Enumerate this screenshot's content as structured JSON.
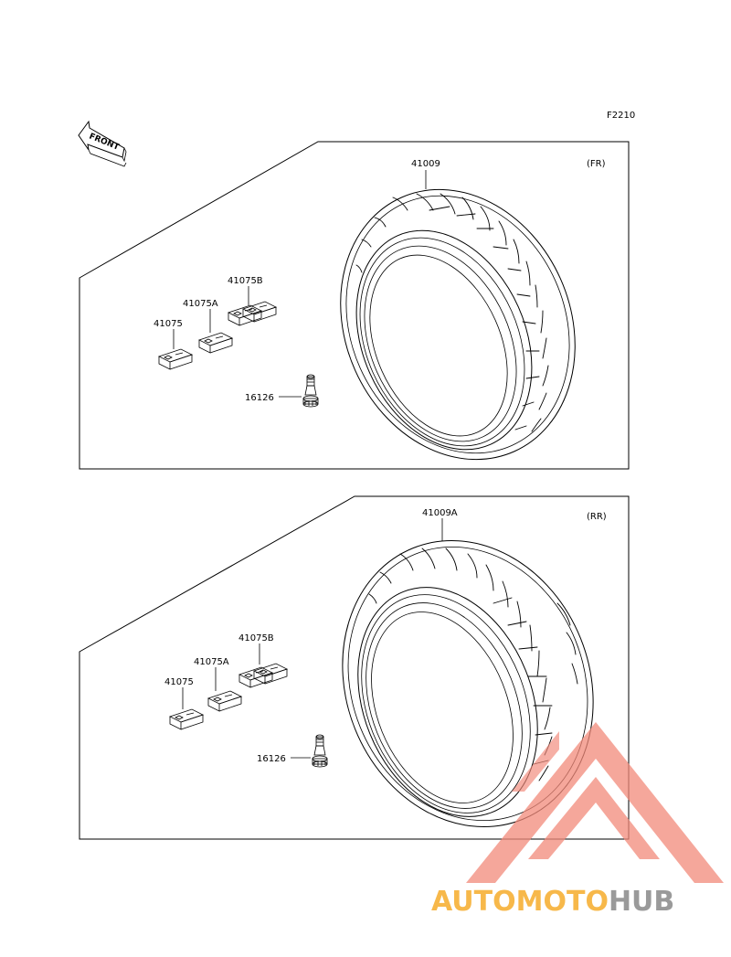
{
  "diagram_code": "F2210",
  "front_arrow_label": "FRONT",
  "sections": [
    {
      "id": "front",
      "position_label": "(FR)",
      "tire_label": "41009",
      "weights": [
        "41075",
        "41075A",
        "41075B"
      ],
      "valve_label": "16126"
    },
    {
      "id": "rear",
      "position_label": "(RR)",
      "tire_label": "41009A",
      "weights": [
        "41075",
        "41075A",
        "41075B"
      ],
      "valve_label": "16126"
    }
  ],
  "watermark": {
    "part1": "AUTOMOTO",
    "part2": "HUB",
    "color_primary": "#f28a7a",
    "color_secondary": "#9a9a9a",
    "color_accent": "#f7b84a"
  }
}
